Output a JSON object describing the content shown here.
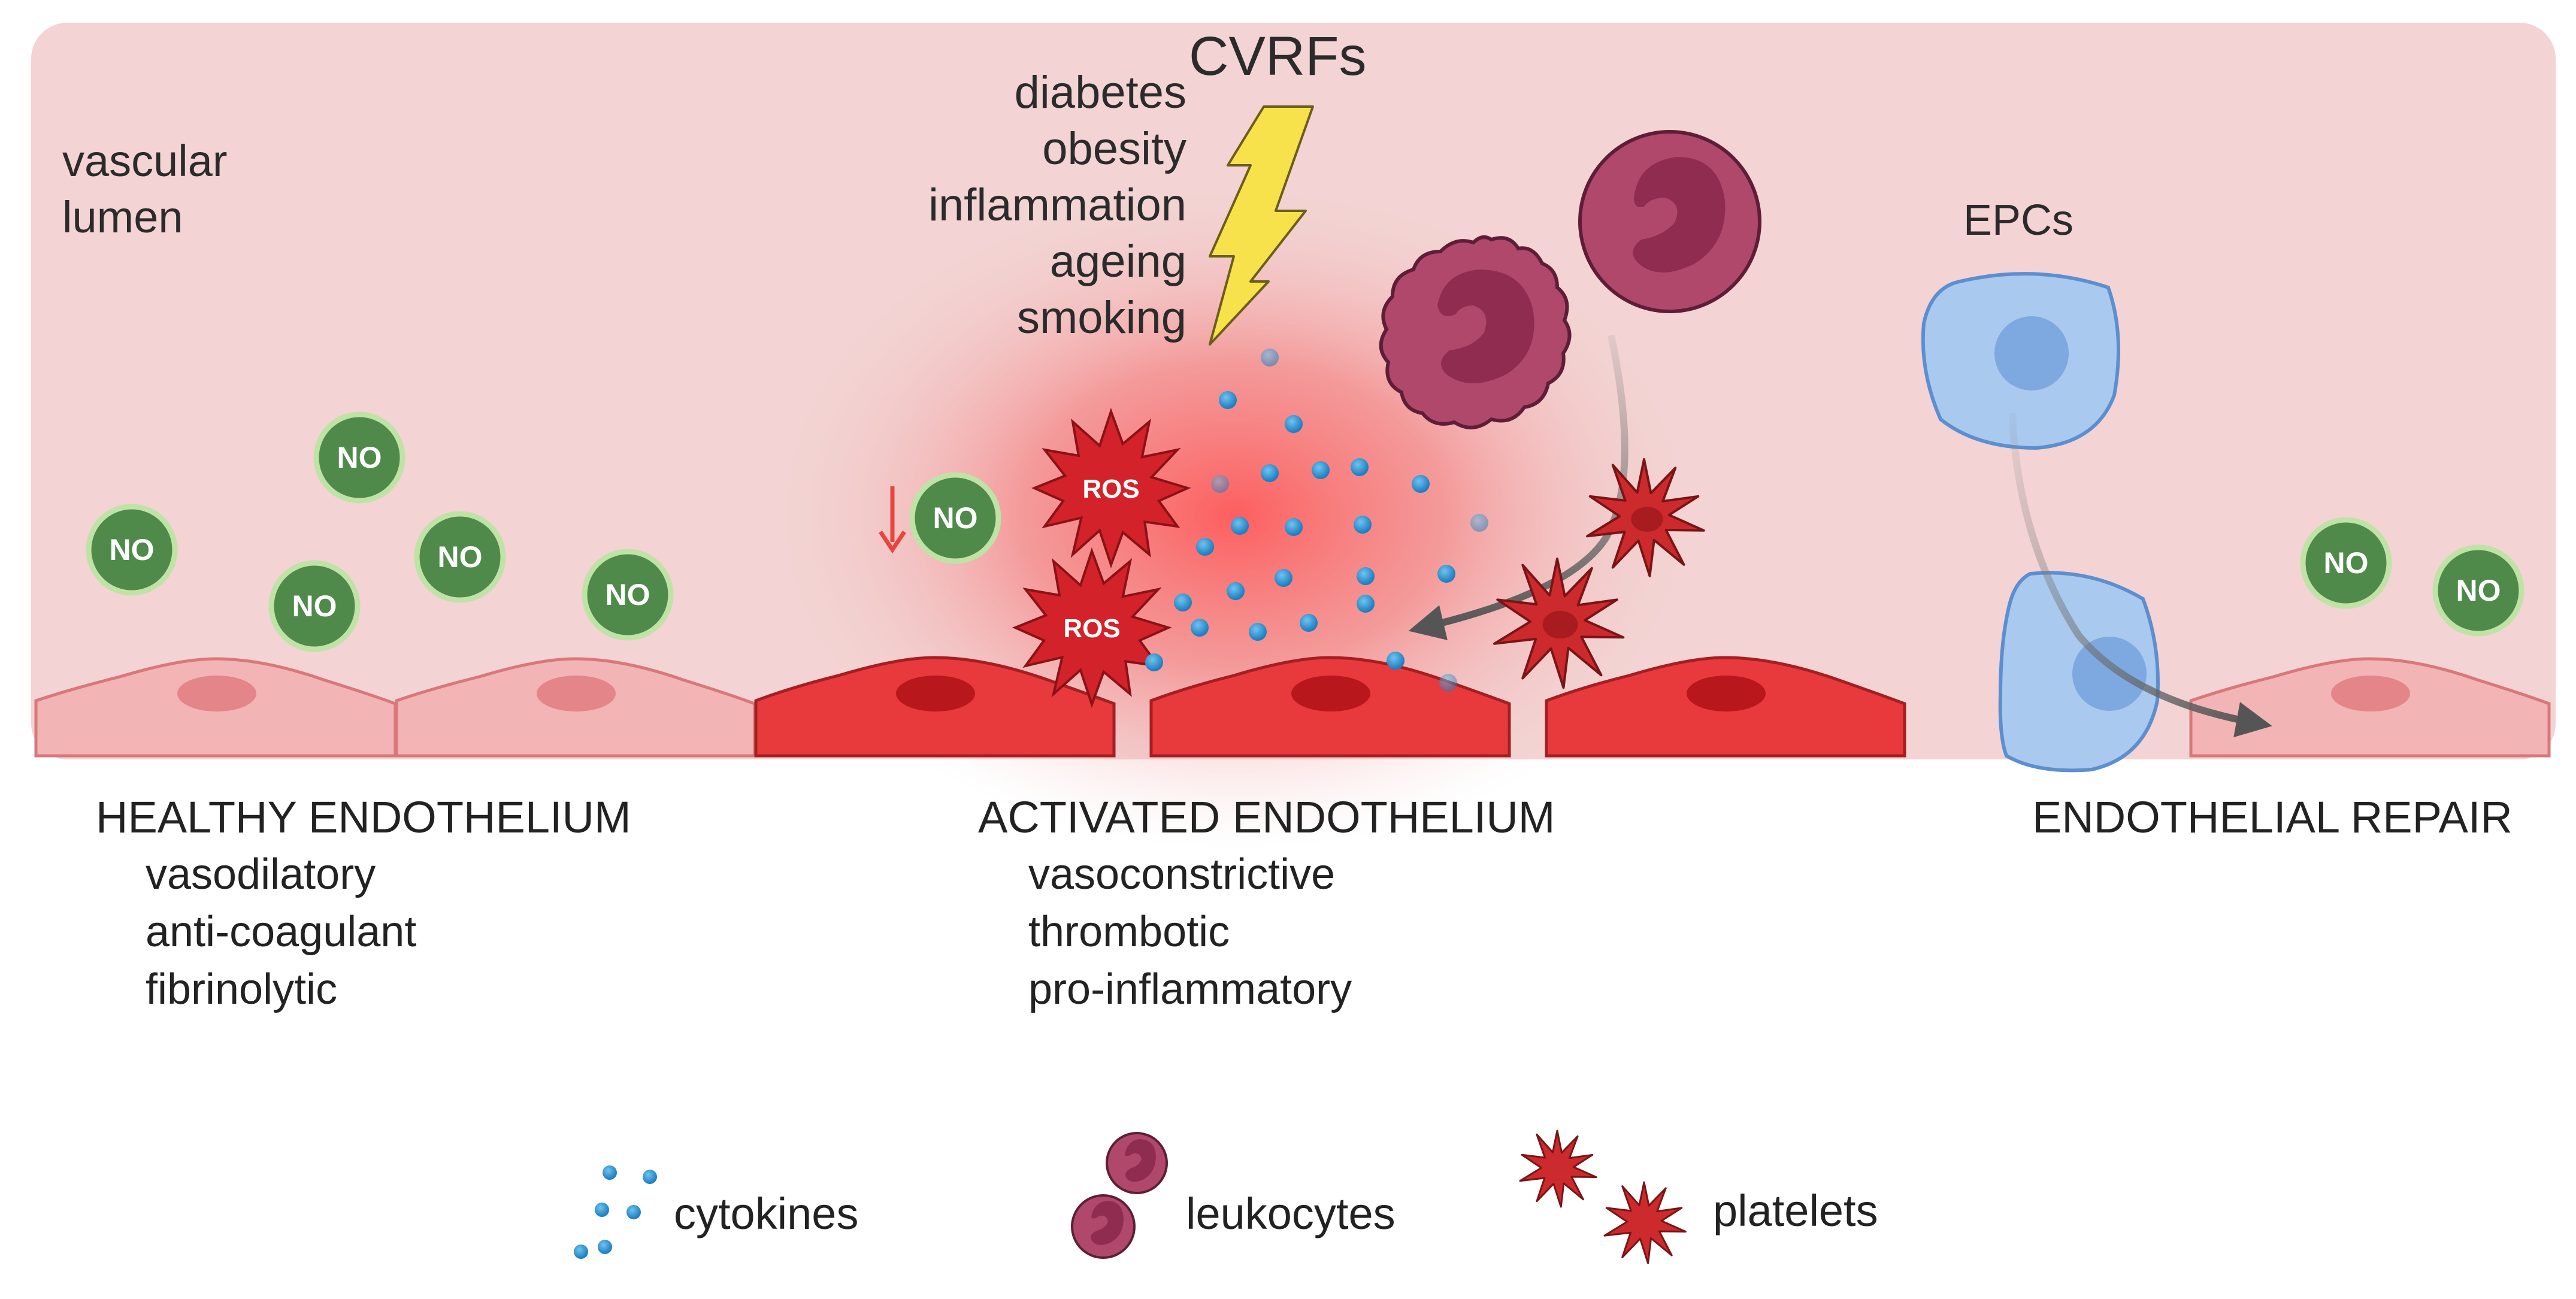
{
  "lumen": {
    "label_line1": "vascular",
    "label_line2": "lumen"
  },
  "risk_factors": {
    "title": "CVRFs",
    "items": [
      "diabetes",
      "obesity",
      "inflammation",
      "ageing",
      "smoking"
    ]
  },
  "no_marker": {
    "label": "NO"
  },
  "ros_marker": {
    "label": "ROS"
  },
  "epc_label": "EPCs",
  "sections": {
    "healthy": {
      "title": "HEALTHY ENDOTHELIUM",
      "properties": [
        "vasodilatory",
        "anti-coagulant",
        "fibrinolytic"
      ]
    },
    "activated": {
      "title": "ACTIVATED ENDOTHELIUM",
      "properties": [
        "vasoconstrictive",
        "thrombotic",
        "pro-inflammatory"
      ]
    },
    "repair": {
      "title": "ENDOTHELIAL REPAIR"
    }
  },
  "legend": {
    "cytokines": "cytokines",
    "leukocytes": "leukocytes",
    "platelets": "platelets"
  },
  "colors": {
    "lumen_bg": "#f3d3d3",
    "healthy_cell": "#f2b4b4",
    "activated_cell": "#e8393d",
    "no_fill": "#4f8a4b",
    "ros_fill": "#d3222a",
    "cytokine": "#2d9ad6",
    "leukocyte": "#b0486c",
    "platelet": "#cc2a2c",
    "epc": "#a9c9ef",
    "bolt": "#f7e24b"
  }
}
